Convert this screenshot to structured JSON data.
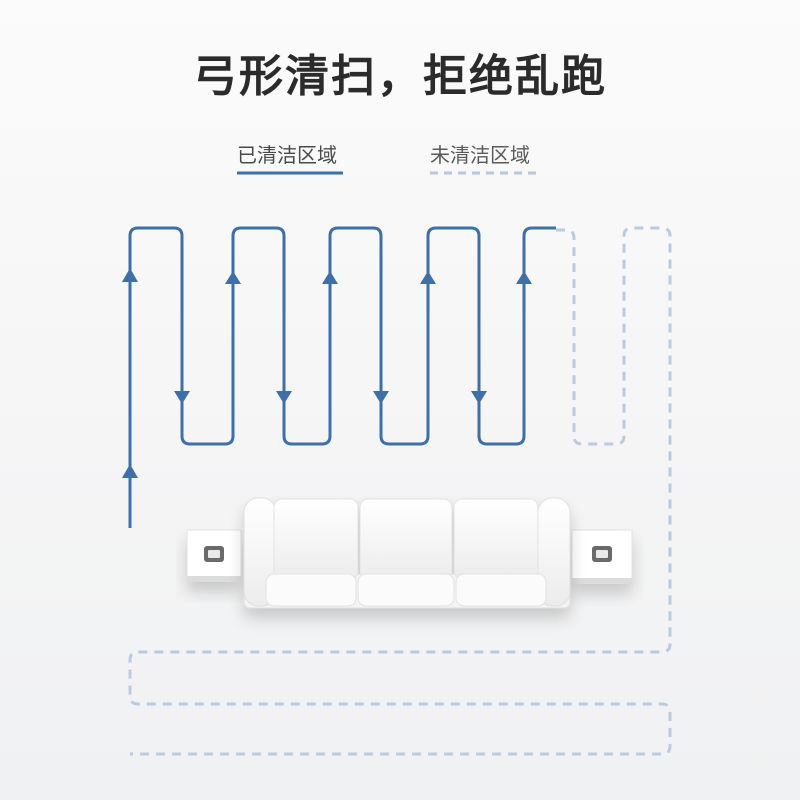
{
  "headline": "弓形清扫，拒绝乱跑",
  "legend": {
    "cleaned": {
      "label": "已清洁区域",
      "color": "#3e6fa8"
    },
    "uncleaned": {
      "label": "未清洁区域",
      "color": "#b5c8dc"
    }
  },
  "colors": {
    "cleaned_path": "#3e6fa8",
    "uncleaned_path": "#b9cbe0",
    "sofa": "#ffffff",
    "side_table": "#ffffff"
  },
  "icons": {
    "direction": "arrow-triangle-icon",
    "sofa": "sofa-icon",
    "side_table": "side-table-icon"
  }
}
